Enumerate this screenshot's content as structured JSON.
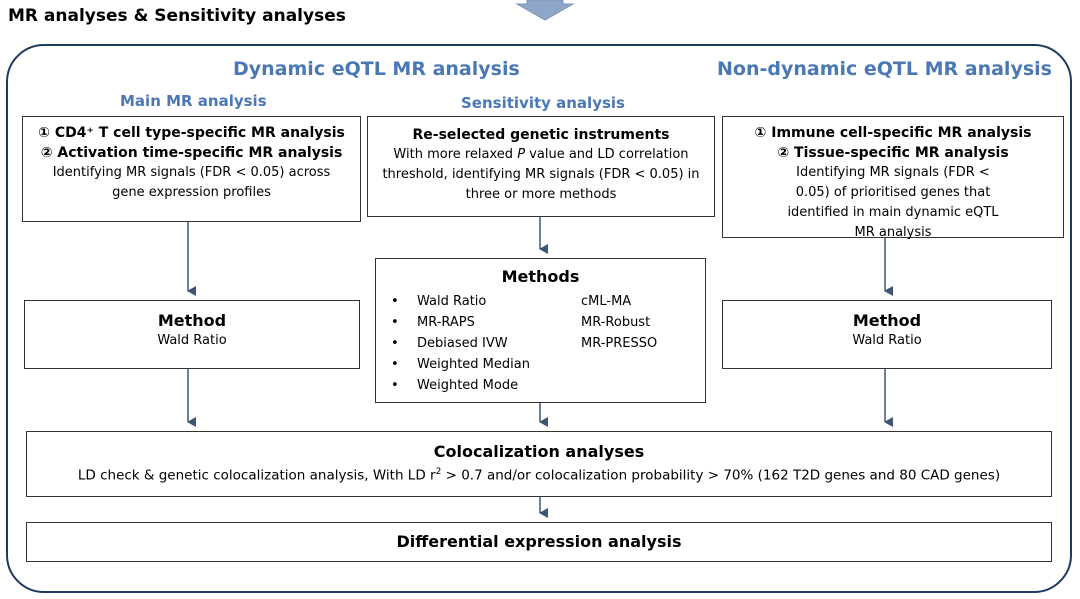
{
  "header": {
    "title": "MR analyses & Sensitivity analyses"
  },
  "sections": {
    "dynamic": "Dynamic eQTL MR analysis",
    "non_dynamic": "Non-dynamic eQTL MR analysis",
    "main": "Main MR analysis",
    "sensitivity": "Sensitivity analysis"
  },
  "boxes": {
    "main": {
      "line1": "① CD4⁺ T cell type-specific MR analysis",
      "line2": "② Activation time-specific MR analysis",
      "body": "Identifying MR signals (FDR < 0.05) across gene expression profiles"
    },
    "sensitivity": {
      "heading": "Re-selected genetic instruments",
      "body_pre": "With more relaxed ",
      "body_p": "P",
      "body_post": " value and LD correlation threshold, identifying MR signals (FDR < 0.05) in three or more methods"
    },
    "nondynamic": {
      "line1": "① Immune cell-specific MR analysis",
      "line2": "② Tissue-specific MR analysis",
      "body": "Identifying MR signals (FDR < 0.05) of prioritised genes that identified in main dynamic eQTL MR analysis"
    },
    "method_left": {
      "heading": "Method",
      "body": "Wald Ratio"
    },
    "method_right": {
      "heading": "Method",
      "body": "Wald Ratio"
    },
    "methods": {
      "heading": "Methods",
      "left": [
        "Wald Ratio",
        "MR-RAPS",
        "Debiased IVW",
        "Weighted Median",
        "Weighted Mode"
      ],
      "right": [
        "cML-MA",
        "MR-Robust",
        "MR-PRESSO"
      ]
    },
    "coloc": {
      "heading": "Colocalization analyses",
      "body_pre": "LD check & genetic colocalization analysis, With LD r",
      "body_sup": "2",
      "body_post": " > 0.7 and/or colocalization probability > 70% (162 T2D genes and 80 CAD genes)"
    },
    "diff": {
      "heading": "Differential expression analysis"
    }
  },
  "colors": {
    "accent": "#4a78b5",
    "arrow": "#3e5575",
    "border": "#1f3a5f"
  }
}
